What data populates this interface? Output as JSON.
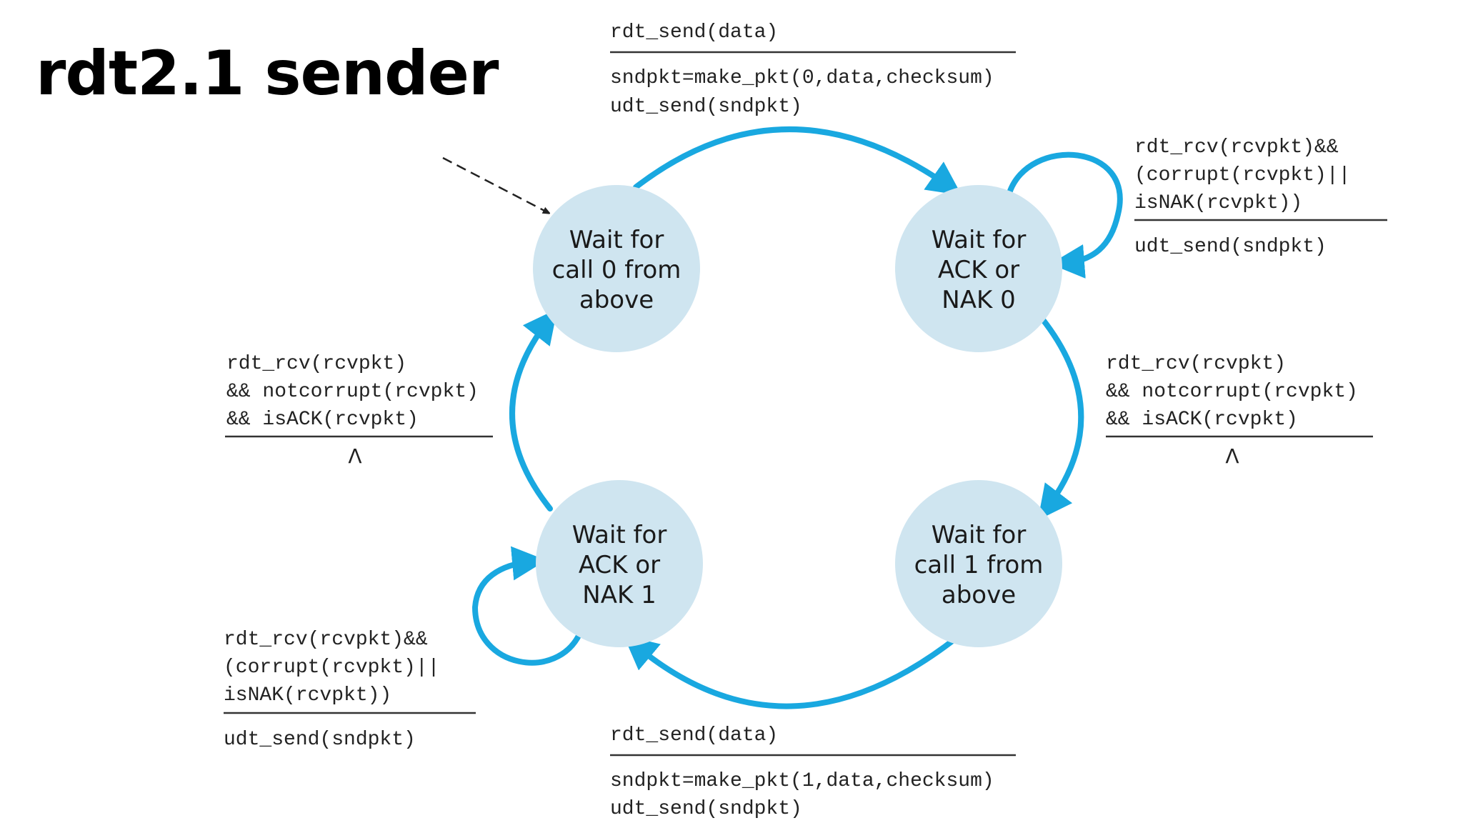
{
  "title": "rdt2.1 sender",
  "states": {
    "wait_call_0": [
      "Wait for",
      "call 0 from",
      "above"
    ],
    "wait_ack_0": [
      "Wait for",
      "ACK or",
      "NAK 0"
    ],
    "wait_call_1": [
      "Wait for",
      "call 1 from",
      "above"
    ],
    "wait_ack_1": [
      "Wait for",
      "ACK or",
      "NAK 1"
    ]
  },
  "transitions": {
    "send_0": {
      "event": [
        "rdt_send(data)"
      ],
      "actions": [
        "sndpkt=make_pkt(0,data,checksum)",
        "udt_send(sndpkt)"
      ]
    },
    "retransmit_0": {
      "event": [
        "rdt_rcv(rcvpkt)&&",
        "(corrupt(rcvpkt)||",
        "isNAK(rcvpkt))"
      ],
      "actions": [
        "udt_send(sndpkt)"
      ]
    },
    "ack_0": {
      "event": [
        "rdt_rcv(rcvpkt)",
        "&& notcorrupt(rcvpkt)",
        "&& isACK(rcvpkt)"
      ],
      "actions": [
        "Λ"
      ]
    },
    "send_1": {
      "event": [
        "rdt_send(data)"
      ],
      "actions": [
        "sndpkt=make_pkt(1,data,checksum)",
        "udt_send(sndpkt)"
      ]
    },
    "retransmit_1": {
      "event": [
        "rdt_rcv(rcvpkt)&&",
        "(corrupt(rcvpkt)||",
        "isNAK(rcvpkt))"
      ],
      "actions": [
        "udt_send(sndpkt)"
      ]
    },
    "ack_1": {
      "event": [
        "rdt_rcv(rcvpkt)",
        "&& notcorrupt(rcvpkt)",
        "&& isACK(rcvpkt)"
      ],
      "actions": [
        "Λ"
      ]
    }
  },
  "colors": {
    "arrow": "#19a8e0",
    "state_fill": "#cfe5f0"
  }
}
